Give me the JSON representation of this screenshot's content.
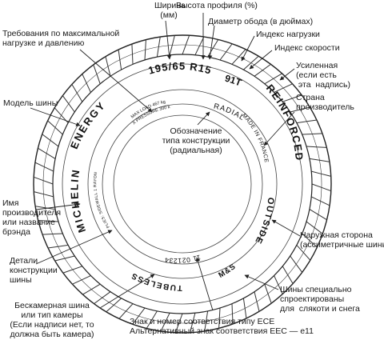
{
  "tire": {
    "size": "195/65 R15",
    "load_speed": "91T",
    "radial": "RADIAL",
    "reinforced": "REINFORCED",
    "made_in": "MADE IN FRANCE",
    "outside": "OUTSIDE",
    "ms": "M&S",
    "tubeless": "TUBELESS",
    "dot": "11 021234",
    "plies": "PLIES: SIDEWALL 1 RAYON",
    "plies_tread": "TREAD 2 STEEL 1 RAYON",
    "brand": "MICHELIN",
    "model": "ENERGY",
    "max_load": "MAX LOAD 467 kg",
    "max_pressure": "MAX PRESSURE 300 kPa"
  },
  "labels": {
    "width": "Ширина\n(мм)",
    "profile": "Высота профиля (%)",
    "rim": "Диаметр обода (в дюймах)",
    "load_index": "Индекс нагрузки",
    "speed_index": "Индекс скорости",
    "max_load_req": "Требования по максимальной\nнагрузке и давлению",
    "reinforced_req": "Усиленная\n(если есть\n эта  надпись)",
    "model": "Модель шины",
    "country": "Страна\nпроизводитель",
    "construction": "Обозначение\nтипа конструкции\n(радиальная)",
    "manufacturer": "Имя\nпроизводителя\nили название\nбрэнда",
    "outside": "Наружная сторона\n(ассиметричные шины)",
    "details": "Детали\nконструкции\nшины",
    "ms": "Шины специально\nспроектированы\nдля  слякоти и снега",
    "tubeless": "Бескамерная шина\nили тип камеры\n(Если надписи нет, то\nдолжна быть камера)",
    "ece": "Знак и номер соответствия типу ECE\nАльтернативный знак соответствия EEC — e11"
  }
}
